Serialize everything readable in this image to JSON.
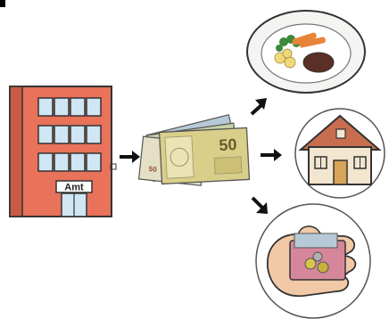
{
  "building": {
    "sign": "Amt",
    "wall_color": "#e8725a",
    "window_color": "#cfe6f3"
  },
  "money": {
    "banknote_value": "50",
    "small_note_value": "50",
    "note_color": "#d9cf8a"
  },
  "targets": [
    {
      "name": "food",
      "description_icon": "plate-with-food-icon"
    },
    {
      "name": "housing",
      "description_icon": "house-icon"
    },
    {
      "name": "cash",
      "description_icon": "hand-with-wallet-icon"
    }
  ]
}
